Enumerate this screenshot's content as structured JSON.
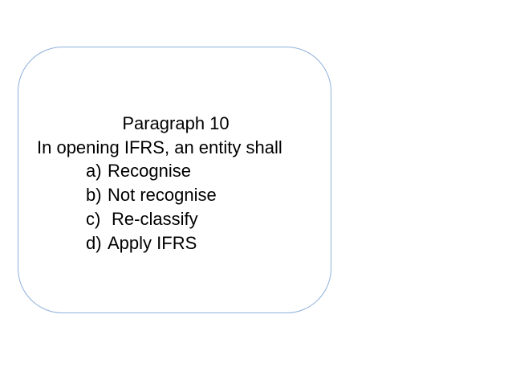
{
  "slide": {
    "heading": "Paragraph 10",
    "question": "In opening IFRS, an entity shall",
    "options": [
      {
        "marker": "a)",
        "text": "Recognise"
      },
      {
        "marker": "b)",
        "text": "Not recognise"
      },
      {
        "marker": "c)",
        "text": "Re-classify"
      },
      {
        "marker": "d)",
        "text": "Apply IFRS"
      }
    ]
  },
  "colors": {
    "card_border": "#8fb0dc",
    "text": "#000000",
    "background": "#ffffff"
  }
}
